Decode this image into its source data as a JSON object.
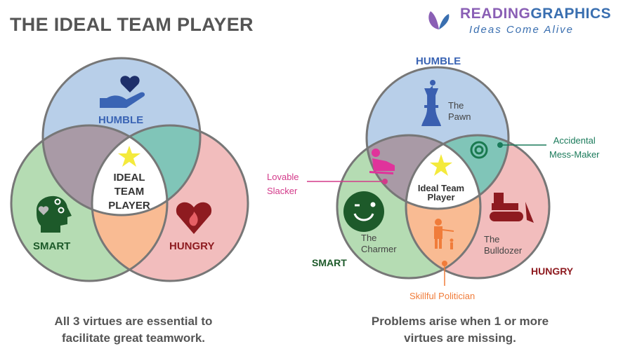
{
  "title": "THE IDEAL TEAM PLAYER",
  "logo": {
    "brand_a": "READING",
    "brand_b": "GRAPHICS",
    "tagline": "Ideas Come Alive"
  },
  "left_diagram": {
    "humble": "HUMBLE",
    "smart": "SMART",
    "hungry": "HUNGRY",
    "center": [
      "IDEAL",
      "TEAM",
      "PLAYER"
    ],
    "caption": [
      "All 3 virtues are essential to",
      "facilitate great teamwork."
    ]
  },
  "right_diagram": {
    "humble": "HUMBLE",
    "smart": "SMART",
    "hungry": "HUNGRY",
    "center": [
      "Ideal Team",
      "Player"
    ],
    "pawn": [
      "The",
      "Pawn"
    ],
    "charmer": [
      "The",
      "Charmer"
    ],
    "bulldozer": [
      "The",
      "Bulldozer"
    ],
    "lovable_slacker": [
      "Lovable",
      "Slacker"
    ],
    "accidental_mess_maker": [
      "Accidental",
      "Mess-Maker"
    ],
    "skillful_politician": "Skillful Politician",
    "caption": [
      "Problems arise when 1 or more",
      "virtues are missing."
    ]
  },
  "colors": {
    "humble": "#b8cfe9",
    "smart": "#b5dcb3",
    "hungry": "#f2bdbd",
    "hs": "#a99aa6",
    "hh": "#80c5b8",
    "sh": "#f9bb93",
    "stroke": "#777777"
  }
}
